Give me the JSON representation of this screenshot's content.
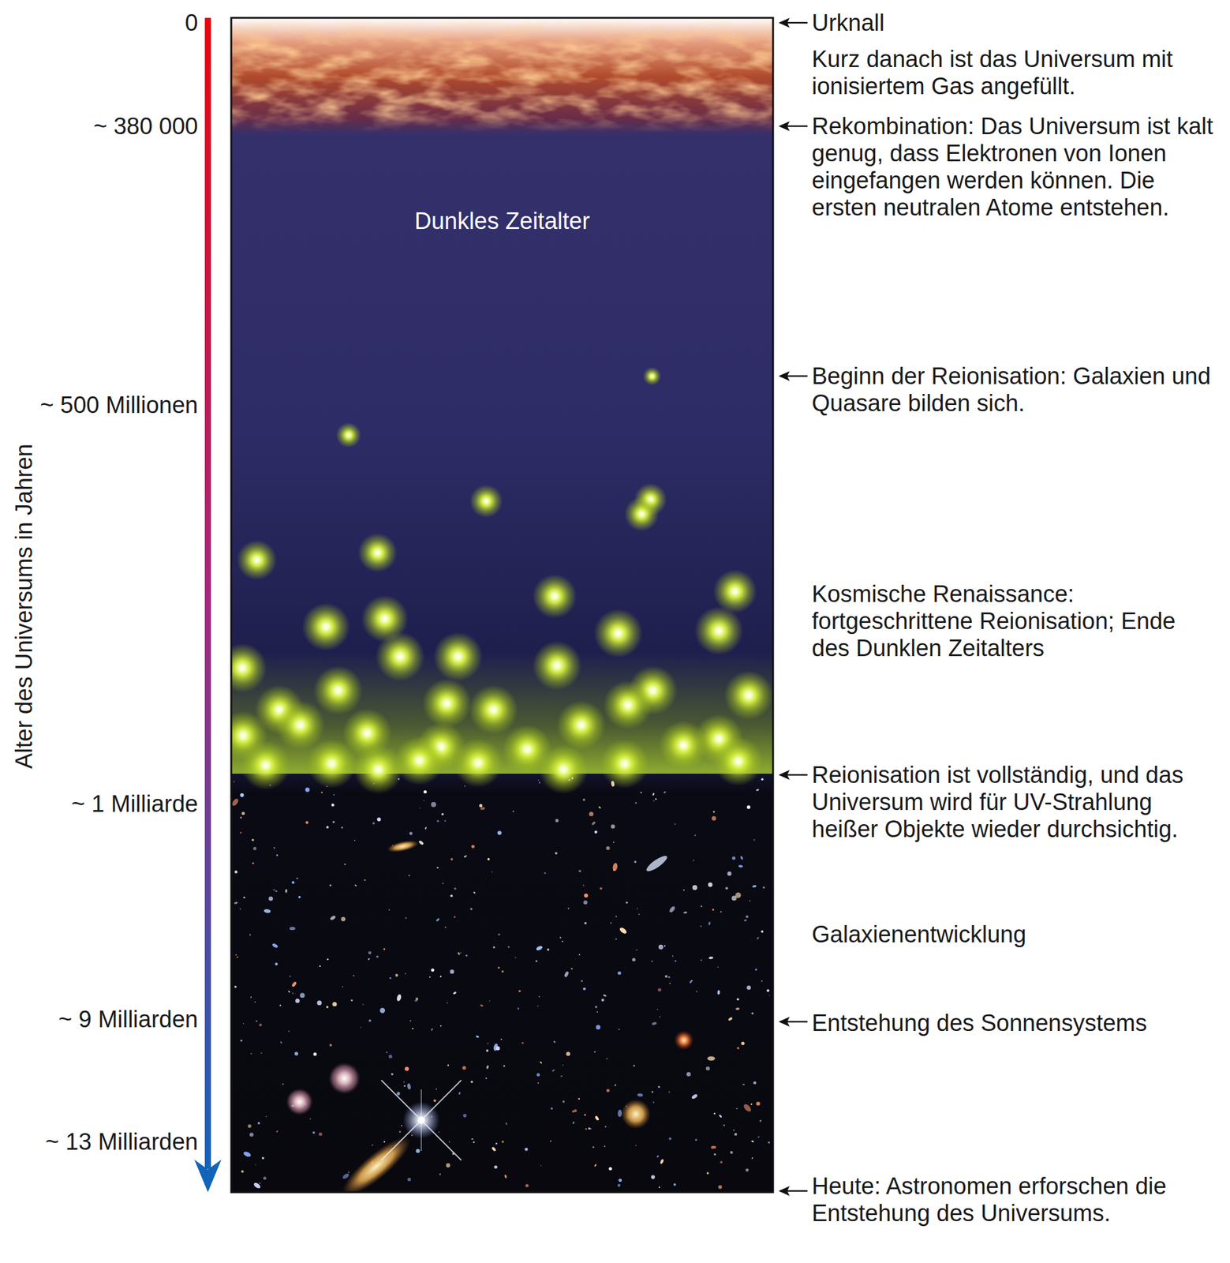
{
  "diagram": {
    "nodes": [
      {
        "text": [
          "Dunkles Zeitalter"
        ]
      }
    ],
    "labels": [
      "0",
      "~ 380 000",
      "~ 500 Millionen",
      "~ 1 Milliarde",
      "~ 9 Milliarden",
      "~ 13 Milliarden",
      "Alter des Universums in Jahren",
      "Urknall",
      "Kurz danach ist das Universum mit ionisiertem Gas angefüllt.",
      "Rekombination: Das Universum ist kalt genug, dass Elektronen von Ionen eingefangen werden können. Die ersten neutralen Atome entstehen.",
      "Beginn der Reionisation: Galaxien und Quasare bilden sich.",
      "Kosmische Renaissance: fortgeschrittene Reionisation; Ende des Dunklen Zeitalters",
      "Reionisation ist vollständig, und das Universum wird für UV-Strahlung heißer Objekte wieder durchsichtig.",
      "Galaxienentwicklung",
      "Entstehung des Sonnensystems",
      "Heute: Astronomen erforschen die Entstehung des Universums."
    ]
  }
}
